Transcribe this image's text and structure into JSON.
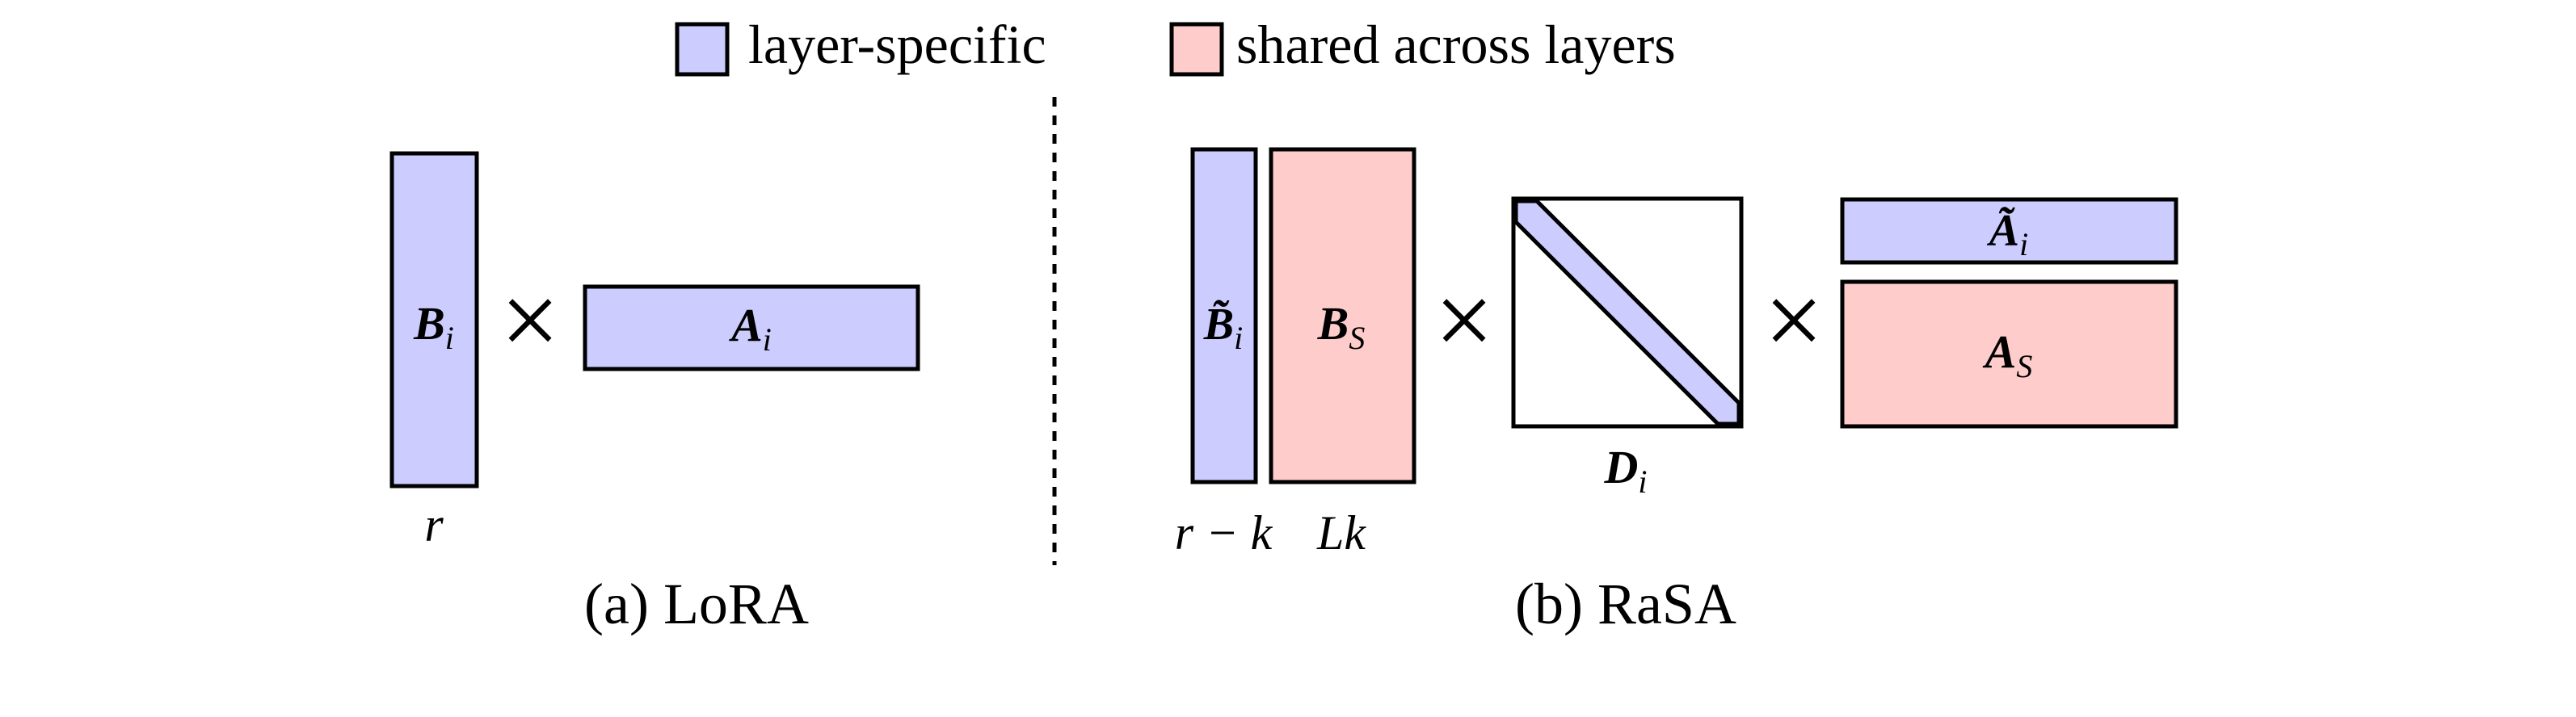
{
  "legend": {
    "items": [
      {
        "label": "layer-specific",
        "color": "#ccccff"
      },
      {
        "label": "shared across layers",
        "color": "#ffcccc"
      }
    ]
  },
  "colors": {
    "layer_specific": "#ccccff",
    "shared": "#ffcccc",
    "stroke": "#000000"
  },
  "lora": {
    "caption": "(a) LoRA",
    "b_matrix": {
      "symbol": "B",
      "subscript": "i"
    },
    "a_matrix": {
      "symbol": "A",
      "subscript": "i"
    },
    "rank_label": "r",
    "operator": "×"
  },
  "rasa": {
    "caption": "(b) RaSA",
    "b_specific": {
      "symbol": "B̃",
      "subscript": "i"
    },
    "b_shared": {
      "symbol": "B",
      "subscript": "S"
    },
    "d_matrix": {
      "symbol": "D",
      "subscript": "i"
    },
    "a_specific": {
      "symbol": "Ã",
      "subscript": "i"
    },
    "a_shared": {
      "symbol": "A",
      "subscript": "S"
    },
    "rank_specific_label": "r − k",
    "rank_shared_label": "Lk",
    "operator": "×"
  }
}
